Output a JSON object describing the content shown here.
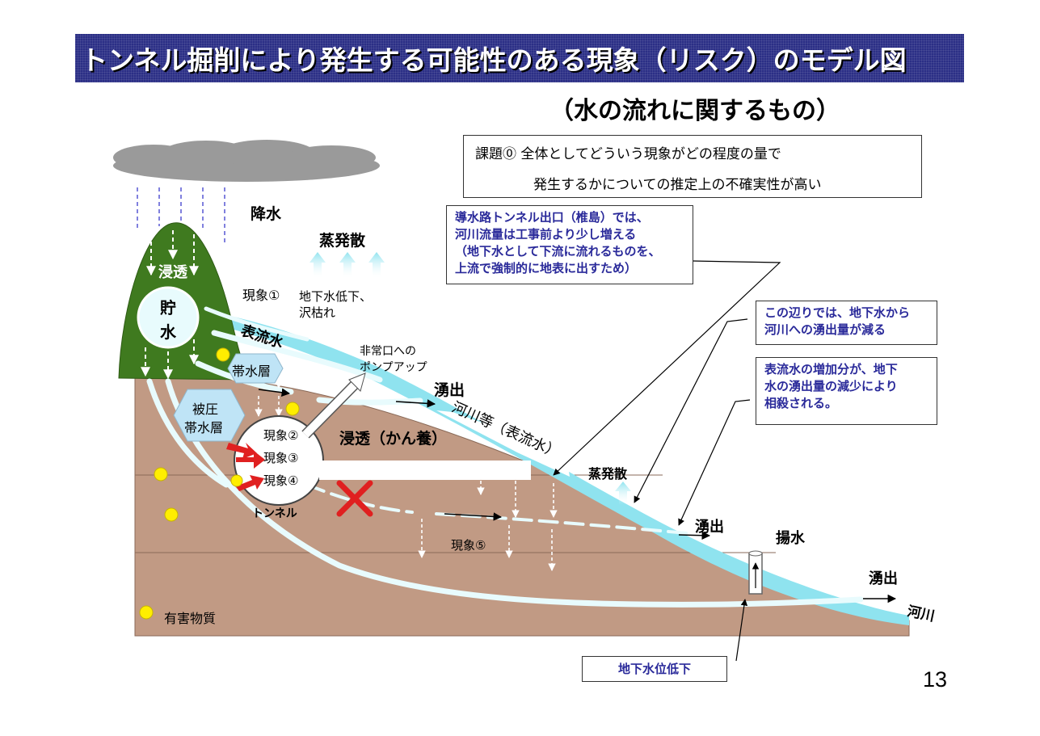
{
  "title": "トンネル掘削により発生する可能性のある現象（リスク）のモデル図",
  "subtitle": "（水の流れに関するもの）",
  "issue_box": {
    "line1": "課題⓪ 全体としてどういう現象がどの程度の量で",
    "line2": "発生するかについての推定上の不確実性が高い"
  },
  "note_outlet": [
    "導水路トンネル出口（椎島）では、",
    "河川流量は工事前より少し増える",
    "（地下水として下流に流れるものを、",
    "上流で強制的に地表に出すため）"
  ],
  "note_decrease": [
    "この辺りでは、地下水から",
    "河川への湧出量が減る"
  ],
  "note_offset": [
    "表流水の増加分が、地下",
    "水の湧出量の減少により",
    "相殺される。"
  ],
  "note_groundwater": "地下水位低下",
  "labels": {
    "precipitation": "降水",
    "evap_top": "蒸発散",
    "evap_mid": "蒸発散",
    "infiltration_top": "浸透",
    "storage_1": "貯",
    "storage_2": "水",
    "phenomenon1": "現象①",
    "phenomenon1_desc_1": "地下水低下、",
    "phenomenon1_desc_2": "沢枯れ",
    "surface_water": "表流水",
    "aquifer": "帯水層",
    "confined_1": "被圧",
    "confined_2": "帯水層",
    "pump_1": "非常口への",
    "pump_2": "ポンプアップ",
    "spring1": "湧出",
    "river_surface": "河川等（表流水）",
    "infiltration_mid": "浸透（かん養）",
    "phenomenon2": "現象②",
    "phenomenon3": "現象③",
    "phenomenon4": "現象④",
    "tunnel": "トンネル",
    "phenomenon5": "現象⑤",
    "spring2": "湧出",
    "pumping": "揚水",
    "spring3": "湧出",
    "river": "河川",
    "harmful": "有害物質"
  },
  "page_number": "13",
  "colors": {
    "title_bg": "#2b2f86",
    "soil": "#c19a84",
    "mountain": "#3f7a1f",
    "water": "#8fe3ef",
    "note_text": "#2a2a9a",
    "arrow_red": "#e02020",
    "cross_red": "#e02020",
    "harmful_dot": "#ffee00"
  }
}
